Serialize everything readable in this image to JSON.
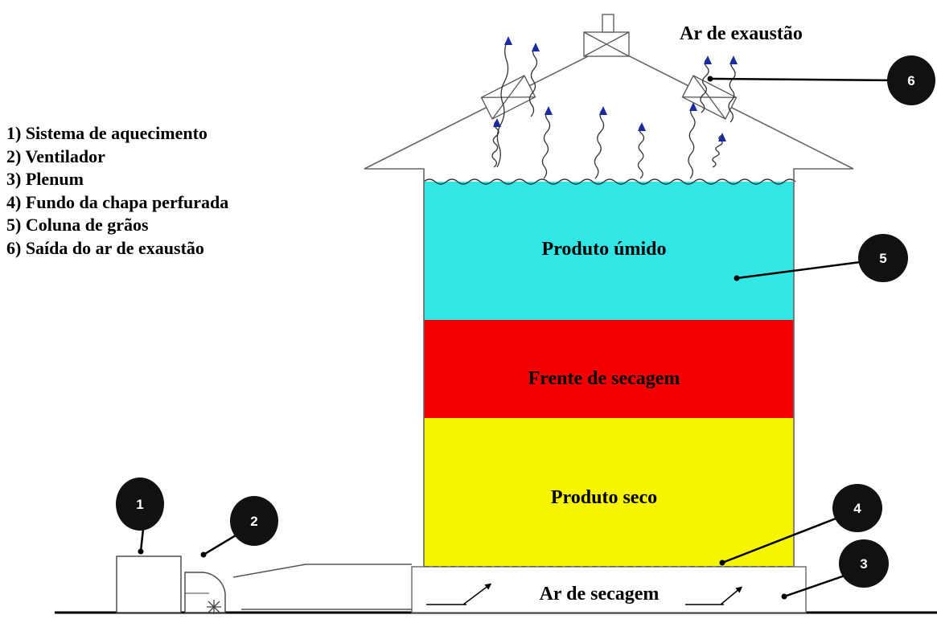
{
  "legend": {
    "items": [
      "1) Sistema de aquecimento",
      "2) Ventilador",
      "3) Plenum",
      "4) Fundo da chapa perfurada",
      "5) Coluna de grãos",
      "6) Saída do ar de exaustão"
    ]
  },
  "labels": {
    "exhaust_air": "Ar de exaustão",
    "wet_product": "Produto úmido",
    "drying_front": "Frente de secagem",
    "dry_product": "Produto seco",
    "drying_air": "Ar de secagem"
  },
  "callouts": [
    "1",
    "2",
    "3",
    "4",
    "5",
    "6"
  ],
  "colors": {
    "wet_product": "#33E6E6",
    "drying_front": "#F20000",
    "dry_product": "#F7F500",
    "airflow_arrow": "#1A2B9E",
    "outline": "#555555",
    "callout": "#111111"
  }
}
